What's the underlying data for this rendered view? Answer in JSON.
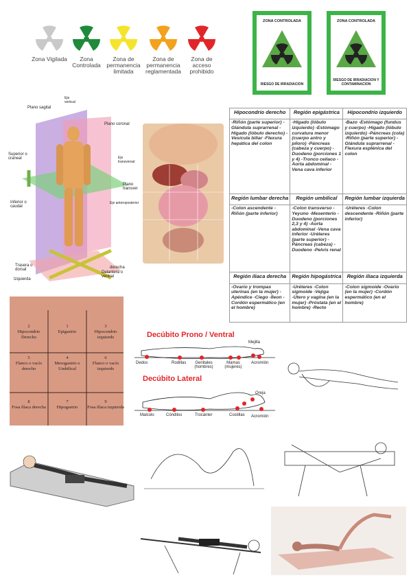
{
  "zones": [
    {
      "label": "Zona Vigilada",
      "color": "#c9c9c9"
    },
    {
      "label": "Zona Controlada",
      "color": "#1f8a3b"
    },
    {
      "label": "Zona de permanencia limitada",
      "color": "#f4e42c"
    },
    {
      "label": "Zona de permanencia reglamentada",
      "color": "#f2a21e"
    },
    {
      "label": "Zona de acceso prohibido",
      "color": "#e1262a"
    }
  ],
  "signs": [
    {
      "title": "ZONA CONTROLADA",
      "footer": "RIESGO DE IRRADIACION"
    },
    {
      "title": "ZONA CONTROLADA",
      "footer": "RIESGO DE IRRADIACION Y CONTAMINACION"
    }
  ],
  "planes": {
    "plano_sagital": "Plano sagital",
    "eje_vertical": "Eje vertical",
    "plano_coronal": "Plano coronal",
    "superior": "Superior o craneal",
    "eje_transversal": "Eje transversal",
    "plano_transver": "Plano transver",
    "eje_antero": "Eje anteroposterior",
    "inferior": "Inferior o caudal",
    "trasera": "Trasera o dorsal",
    "derecha": "derecha",
    "delantera": "Delantera o ventral",
    "izquierda": "Izquierda"
  },
  "regions_table": [
    {
      "header": "Hipocondrio derecho",
      "body": "-Riñón (parte superior) -Glándula suprarrenal -Hígado (lóbulo derecho) -Vesícula biliar -Flexura hepática del colon"
    },
    {
      "header": "Región epigástrica",
      "body": "-Hígado (lóbulo izquierdo) -Estómago curvatura menor (cuerpo antro y píloro) -Páncreas (cabeza y cuerpo) -Duodeno (porciones 1 y 4) -Tronco celíaco -Aorta abdominal -Vena cava inferior"
    },
    {
      "header": "Hipocondrio izquierdo",
      "body": "-Bazo -Estómago (fundus y cuerpo) -Hígado (lóbulo izquierdo) -Páncreas (cola) -Riñón (parte superior) -Glándula suprarrenal -Flexura esplénica del colon"
    },
    {
      "header": "Región lumbar derecha",
      "body": "-Colon ascendente -Riñón (parte inferior)"
    },
    {
      "header": "Región umbilical",
      "body": "-Colon transverso -Yeyuno -Mesenterio -Duodeno (porciones 2,3 y 4) -Aorta abdominal -Vena cava inferior -Uréteres (parte superior) -Páncreas (cabeza) -Duodeno -Pelvis renal"
    },
    {
      "header": "Región lumbar izquierda",
      "body": "-Uréteres -Colon descendente -Riñón (parte inferior)"
    },
    {
      "header": "Región iliaca derecha",
      "body": "-Ovario y trompas uterinas (en la mujer) -Apéndice -Ciego -Íleon -Cordón espermático (en el hombre)"
    },
    {
      "header": "Región hipogástrica",
      "body": "-Uréteres -Colon sigmoide -Vejiga -Útero y vagina (en la mujer) -Próstata (en el hombre) -Recto"
    },
    {
      "header": "Región iliaca izquierda",
      "body": "-Colon sigmoide -Ovario (en la mujer) -Cordón espermático (en el hombre)"
    }
  ],
  "abdomen_grid": [
    {
      "n": "2",
      "label": "Hipocondrio Derecho"
    },
    {
      "n": "1",
      "label": "Epigastrio"
    },
    {
      "n": "3",
      "label": "Hipocondrio izquierdo"
    },
    {
      "n": "5",
      "label": "Flanco o vacío derecho"
    },
    {
      "n": "4",
      "label": "Mesogastrio o Umbilical"
    },
    {
      "n": "6",
      "label": "Flanco o vacío izquierdo"
    },
    {
      "n": "8",
      "label": "Fosa ilíaca derecha"
    },
    {
      "n": "7",
      "label": "Hipogastrio"
    },
    {
      "n": "9",
      "label": "Fosa ilíaca izquierda"
    }
  ],
  "decubito": {
    "prono_title": "Decúbito Prono / Ventral",
    "prono_labels": [
      "Dedos",
      "Rodillas",
      "Genitales (hombres)",
      "Mamas (mujeres)",
      "Mejilla",
      "Acromión"
    ],
    "lateral_title": "Decúbito Lateral",
    "lateral_labels": [
      "Malcolo",
      "Cóndilos",
      "Trocánter",
      "Costillas",
      "Oreja",
      "Acromión"
    ]
  }
}
